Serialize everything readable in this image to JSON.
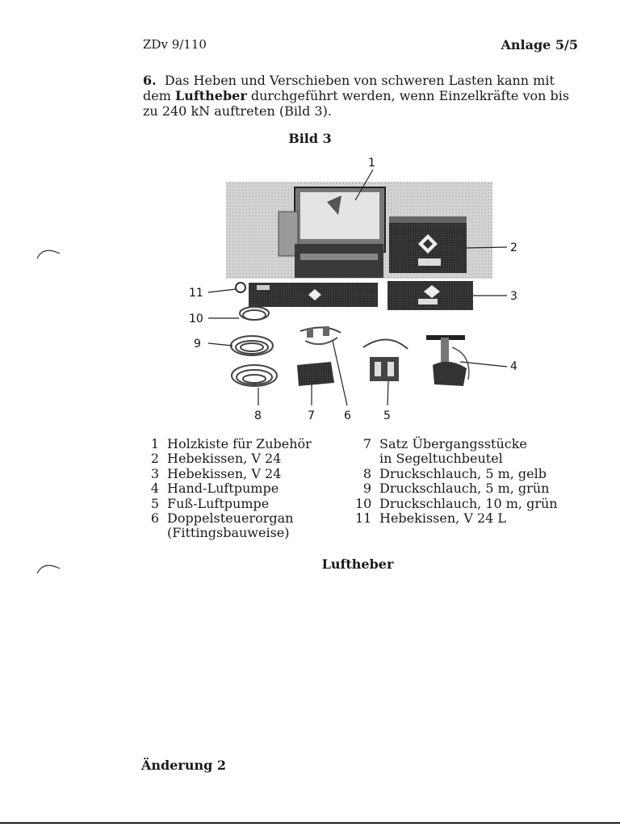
{
  "header": {
    "left": "ZDv 9/110",
    "right": "Anlage 5/5"
  },
  "intro": {
    "number": "6.",
    "before": "Das Heben und Verschieben von schweren Lasten kann mit dem",
    "bold": "Luftheber",
    "after": "durchgeführt werden, wenn Einzelkräfte von bis zu 240 kN auftreten (Bild 3)."
  },
  "figure": {
    "title": "Bild 3",
    "callouts": [
      "1",
      "2",
      "3",
      "4",
      "5",
      "6",
      "7",
      "8",
      "9",
      "10",
      "11"
    ]
  },
  "legend": {
    "left": [
      {
        "n": "1",
        "text": "Holzkiste für Zubehör"
      },
      {
        "n": "2",
        "text": "Hebekissen, V 24"
      },
      {
        "n": "3",
        "text": "Hebekissen, V 24"
      },
      {
        "n": "4",
        "text": "Hand-Luftpumpe"
      },
      {
        "n": "5",
        "text": "Fuß-Luftpumpe"
      },
      {
        "n": "6",
        "text": "Doppelsteuerorgan"
      },
      {
        "n": "",
        "text": "(Fittingsbauweise)"
      }
    ],
    "right": [
      {
        "n": "7",
        "text": "Satz Übergangsstücke"
      },
      {
        "n": "",
        "text": "in Segeltuchbeutel"
      },
      {
        "n": "8",
        "text": "Druckschlauch, 5 m, gelb"
      },
      {
        "n": "9",
        "text": "Druckschlauch, 5 m, grün"
      },
      {
        "n": "10",
        "text": "Druckschlauch, 10 m, grün"
      },
      {
        "n": "11",
        "text": "Hebekissen, V 24 L"
      }
    ]
  },
  "caption": "Luftheber",
  "footer": "Änderung 2"
}
